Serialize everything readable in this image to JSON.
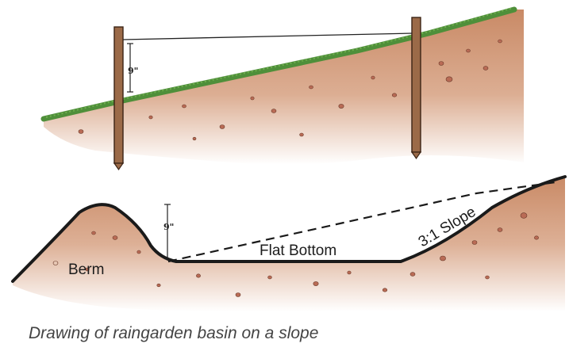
{
  "figure": {
    "top_panel": {
      "measure_label": "9\""
    },
    "bottom_panel": {
      "measure_label": "9\"",
      "berm_label": "Berm",
      "flat_bottom_label": "Flat Bottom",
      "slope_label": "3:1 Slope"
    },
    "caption": "Drawing of raingarden basin on a slope"
  },
  "colors": {
    "soil": "#c98a66",
    "soil_light": "#e6c3ad",
    "grass": "#4f8f3a",
    "stake": "#9b6a48",
    "outline": "#1a1a1a",
    "caption_text": "#444444"
  }
}
